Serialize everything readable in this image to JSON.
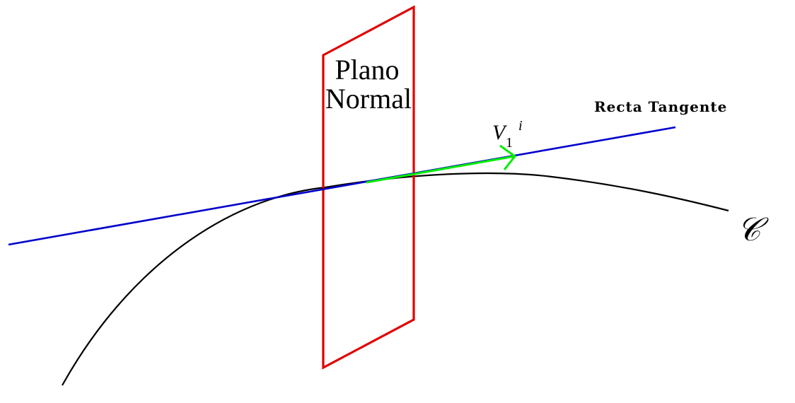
{
  "diagram": {
    "plane": {
      "label_line1": "Plano",
      "label_line2": "Normal",
      "color": "#e00000"
    },
    "tangent_line": {
      "label": "Recta Tangente",
      "color": "#0000cc"
    },
    "tangent_vector": {
      "symbol": "V",
      "subscript": "1",
      "superscript": "i",
      "color": "#00ee00"
    },
    "curve": {
      "label": "𝒞",
      "color": "#000000"
    }
  }
}
